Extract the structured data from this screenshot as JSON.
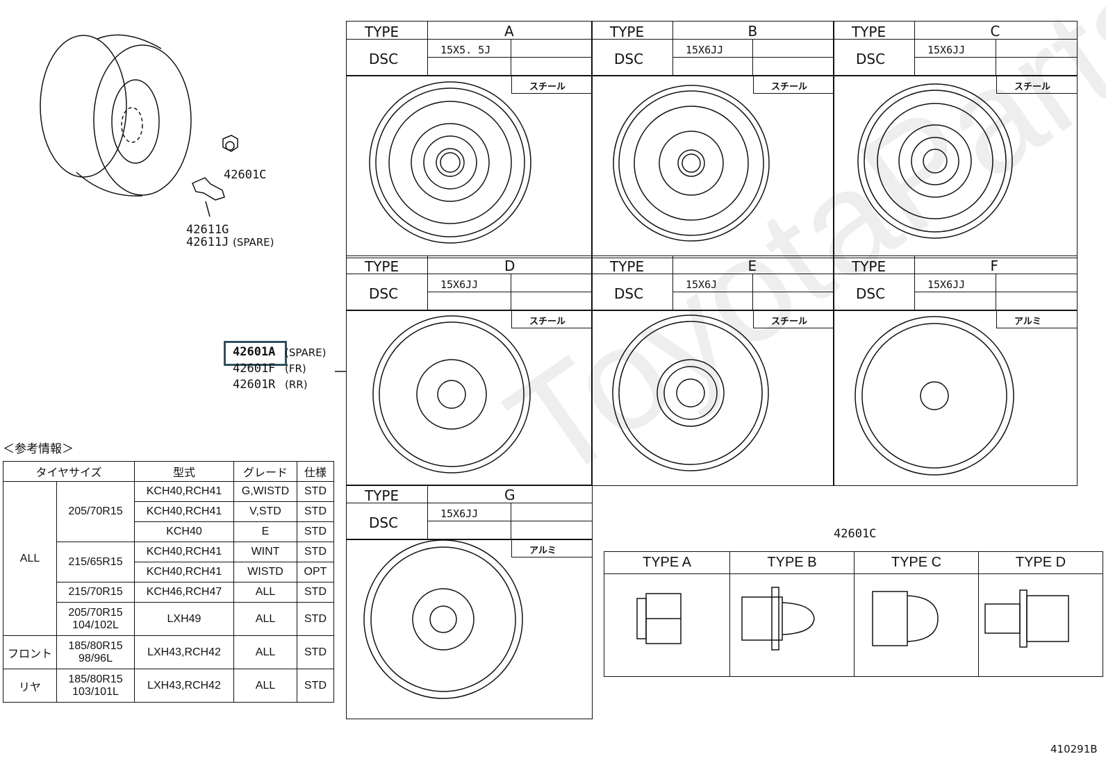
{
  "parts": {
    "nut_top": "42601C",
    "valve_g": "42611G",
    "valve_j": "42611J",
    "valve_j_note": "(SPARE)",
    "wheel_a": "42601A",
    "wheel_a_note": "(SPARE)",
    "wheel_f": "42601F",
    "wheel_f_note": "(FR)",
    "wheel_r": "42601R",
    "wheel_r_note": "(RR)"
  },
  "wheel_types": [
    {
      "type_label": "TYPE",
      "dsc_label": "DSC",
      "letter": "A",
      "size": "15X5. 5J",
      "material": "スチール"
    },
    {
      "type_label": "TYPE",
      "dsc_label": "DSC",
      "letter": "B",
      "size": "15X6JJ",
      "material": "スチール"
    },
    {
      "type_label": "TYPE",
      "dsc_label": "DSC",
      "letter": "C",
      "size": "15X6JJ",
      "material": "スチール"
    },
    {
      "type_label": "TYPE",
      "dsc_label": "DSC",
      "letter": "D",
      "size": "15X6JJ",
      "material": "スチール"
    },
    {
      "type_label": "TYPE",
      "dsc_label": "DSC",
      "letter": "E",
      "size": "15X6J",
      "material": "スチール"
    },
    {
      "type_label": "TYPE",
      "dsc_label": "DSC",
      "letter": "F",
      "size": "15X6JJ",
      "material": "アルミ"
    },
    {
      "type_label": "TYPE",
      "dsc_label": "DSC",
      "letter": "G",
      "size": "15X6JJ",
      "material": "アルミ"
    }
  ],
  "reference": {
    "title": "＜参考情報＞",
    "headers": [
      "タイヤサイズ",
      "型式",
      "グレード",
      "仕様"
    ],
    "rows": [
      {
        "group": "ALL",
        "size": "205/70R15",
        "model": "KCH40,RCH41",
        "grade": "G,WISTD",
        "spec": "STD"
      },
      {
        "model": "KCH40,RCH41",
        "grade": "V,STD",
        "spec": "STD"
      },
      {
        "model": "KCH40",
        "grade": "E",
        "spec": "STD"
      },
      {
        "size": "215/65R15",
        "model": "KCH40,RCH41",
        "grade": "WINT",
        "spec": "STD"
      },
      {
        "model": "KCH40,RCH41",
        "grade": "WISTD",
        "spec": "OPT"
      },
      {
        "size": "215/70R15",
        "model": "KCH46,RCH47",
        "grade": "ALL",
        "spec": "STD"
      },
      {
        "size": "205/70R15",
        "size2": "104/102L",
        "model": "LXH49",
        "grade": "ALL",
        "spec": "STD"
      },
      {
        "group": "フロント",
        "size": "185/80R15",
        "size2": "98/96L",
        "model": "LXH43,RCH42",
        "grade": "ALL",
        "spec": "STD"
      },
      {
        "group": "リヤ",
        "size": "185/80R15",
        "size2": "103/101L",
        "model": "LXH43,RCH42",
        "grade": "ALL",
        "spec": "STD"
      }
    ]
  },
  "nut_table": {
    "title": "42601C",
    "types": [
      "TYPE A",
      "TYPE B",
      "TYPE C",
      "TYPE  D"
    ]
  },
  "diagram_code": "410291B"
}
